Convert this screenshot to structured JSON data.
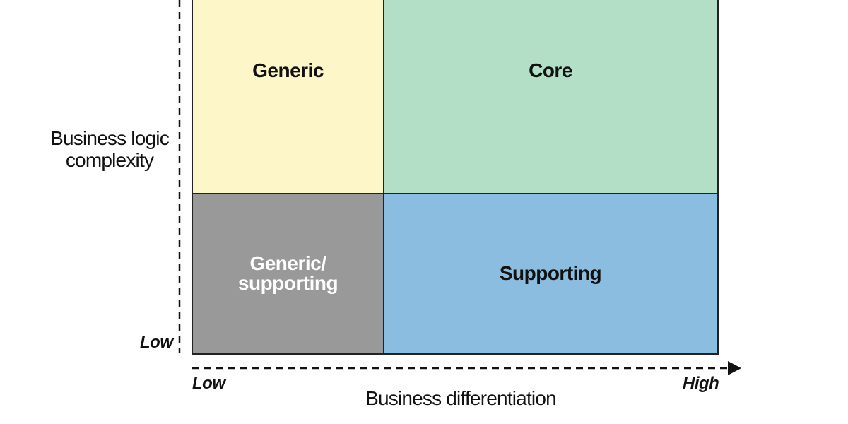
{
  "colors": {
    "generic": "#fcf6c8",
    "core": "#b2dfc6",
    "generic_supporting": "#999999",
    "supporting": "#8bbde1",
    "border": "#222222",
    "generic_supporting_text": "#ffffff"
  },
  "quadrants": {
    "generic": "Generic",
    "core": "Core",
    "generic_supporting": "Generic/\nsupporting",
    "supporting": "Supporting"
  },
  "y_axis": {
    "label_line1": "Business logic",
    "label_line2": "complexity",
    "low": "Low"
  },
  "x_axis": {
    "label": "Business differentiation",
    "low": "Low",
    "high": "High"
  }
}
